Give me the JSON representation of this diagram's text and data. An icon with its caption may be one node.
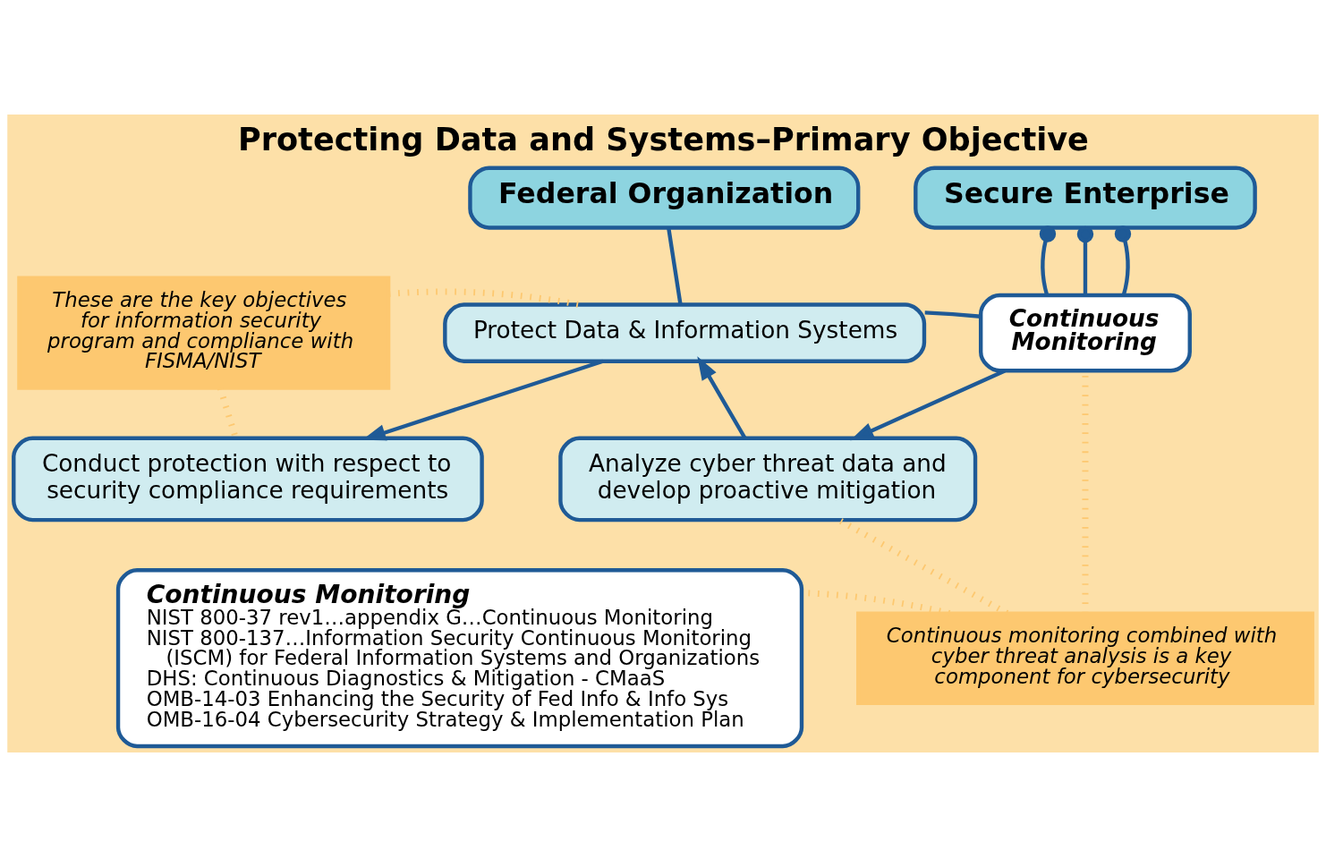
{
  "diagram": {
    "title": "Protecting Data and Systems–Primary Objective",
    "nodes": [
      {
        "text": [
          "Federal Organization"
        ]
      },
      {
        "text": [
          "Secure Enterprise"
        ]
      },
      {
        "text": [
          "Protect Data & Information Systems"
        ]
      },
      {
        "text": [
          "Continuous Monitoring"
        ]
      },
      {
        "text": [
          "Conduct protection with respect to security compliance requirements"
        ]
      },
      {
        "text": [
          "Analyze cyber threat data and develop proactive mitigation"
        ]
      },
      {
        "text": [
          "These are the key objectives for information security program and compliance with FISMA/NIST"
        ]
      },
      {
        "text": [
          "Continuous monitoring combined with cyber threat analysis is a key component for cybersecurity"
        ]
      },
      {
        "text": [
          "Continuous Monitoring",
          "NIST 800-37 rev1…appendix G…Continuous Monitoring",
          "NIST 800-137…Information Security Continuous Monitoring (ISCM) for Federal Information Systems and Organizations",
          "DHS: Continuous Diagnostics & Mitigation - CMaaS",
          "OMB-14-03 Enhancing the Security of Fed Info & Info Sys",
          "OMB-16-04 Cybersecurity Strategy & Implementation Plan"
        ]
      }
    ],
    "edges": [
      {
        "from": 0,
        "to": 2,
        "arrow": "none"
      },
      {
        "from": 1,
        "to": 3,
        "arrow": "other"
      },
      {
        "from": 1,
        "to": 3,
        "arrow": "other"
      },
      {
        "from": 1,
        "to": 3,
        "arrow": "other"
      },
      {
        "from": 2,
        "to": 3,
        "arrow": "none"
      },
      {
        "from": 2,
        "to": 4,
        "arrow": "to"
      },
      {
        "from": 3,
        "to": 5,
        "arrow": "to"
      },
      {
        "from": 5,
        "to": 2,
        "arrow": "to"
      },
      {
        "from": 6,
        "to": 2,
        "arrow": "none",
        "style": "dashed",
        "color": "#fdc870"
      },
      {
        "from": 6,
        "to": 4,
        "arrow": "none",
        "style": "dashed",
        "color": "#fdc870"
      },
      {
        "from": 7,
        "to": 5,
        "arrow": "none",
        "style": "dashed",
        "color": "#fdc870"
      },
      {
        "from": 7,
        "to": 3,
        "arrow": "none",
        "style": "dashed",
        "color": "#fdc870"
      },
      {
        "from": 7,
        "to": 8,
        "arrow": "none",
        "style": "dashed",
        "color": "#fdc870"
      }
    ]
  }
}
